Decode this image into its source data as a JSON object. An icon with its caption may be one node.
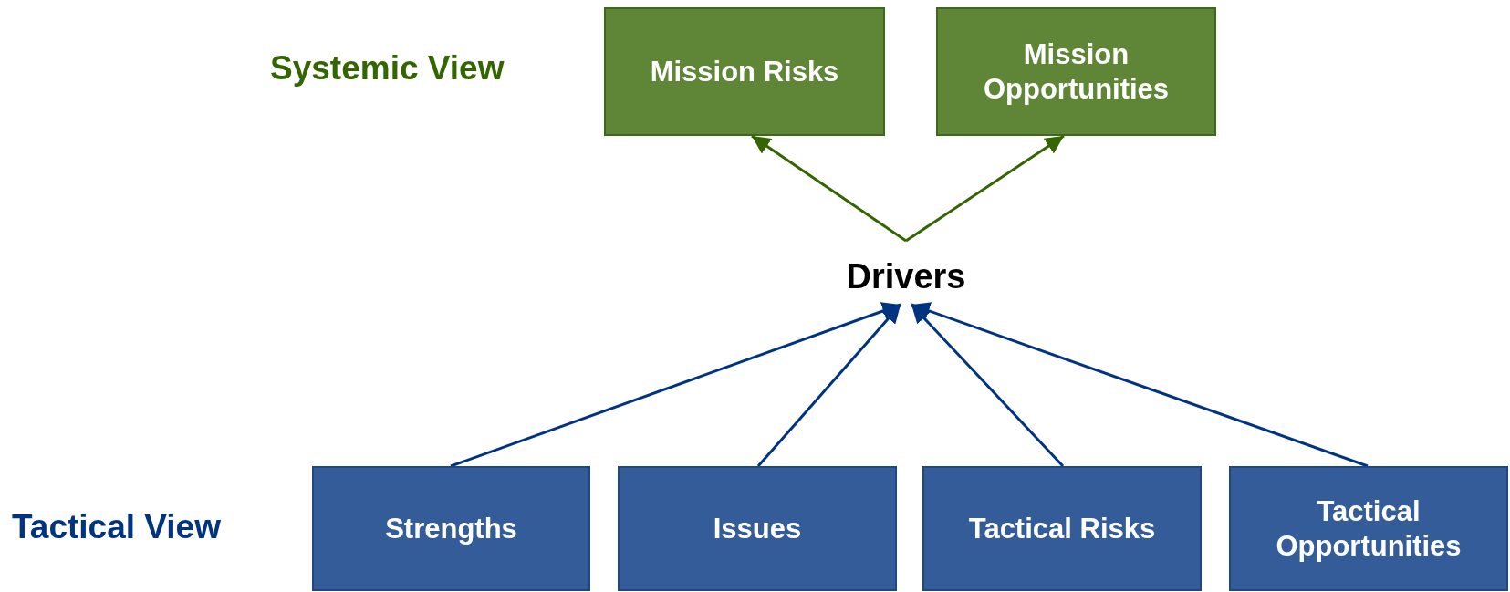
{
  "diagram": {
    "nodes": [
      {
        "text": [
          "Mission Risks"
        ]
      },
      {
        "text": [
          "Mission Opportunities"
        ]
      },
      {
        "text": [
          "Drivers"
        ]
      },
      {
        "text": [
          "Strengths"
        ]
      },
      {
        "text": [
          "Issues"
        ]
      },
      {
        "text": [
          "Tactical Risks"
        ]
      },
      {
        "text": [
          "Tactical Opportunities"
        ]
      }
    ],
    "edges": [
      {
        "from": 2,
        "to": 0,
        "arrow": "to",
        "color": "#336600"
      },
      {
        "from": 2,
        "to": 1,
        "arrow": "to",
        "color": "#336600"
      },
      {
        "from": 3,
        "to": 2,
        "arrow": "to"
      },
      {
        "from": 4,
        "to": 2,
        "arrow": "to"
      },
      {
        "from": 5,
        "to": 2,
        "arrow": "to"
      },
      {
        "from": 6,
        "to": 2,
        "arrow": "to"
      }
    ],
    "labels": [
      "Systemic View",
      "Tactical View"
    ]
  }
}
